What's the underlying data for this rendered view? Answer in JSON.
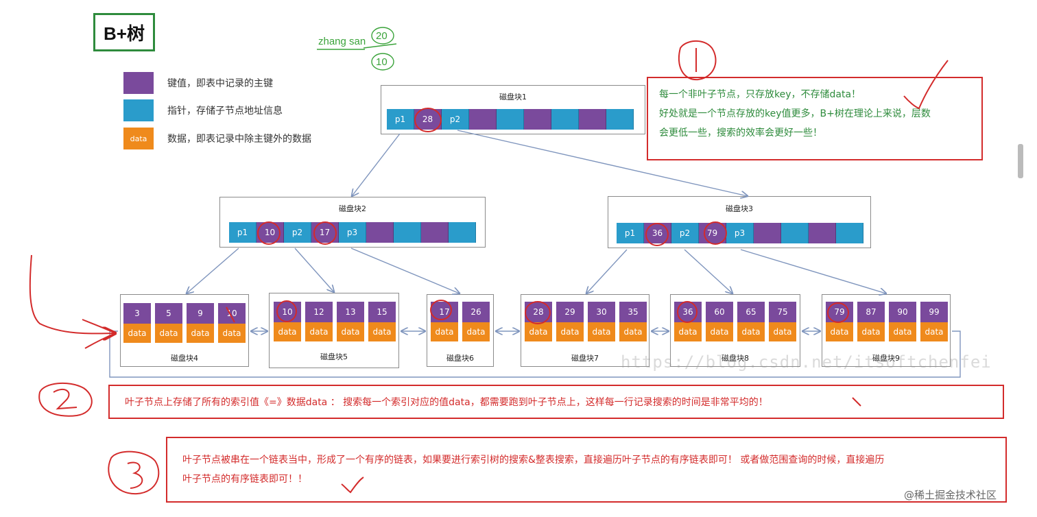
{
  "title": "B+树",
  "annotations": {
    "handwritten_name": "zhang san",
    "handwritten_top": "20",
    "handwritten_bottom": "10"
  },
  "legend": [
    {
      "swatch": "",
      "label": "键值，即表中记录的主键",
      "color": "#7a4a9c"
    },
    {
      "swatch": "",
      "label": "指针，存储子节点地址信息",
      "color": "#2a9ccb"
    },
    {
      "swatch": "data",
      "label": "数据，即表记录中除主键外的数据",
      "color": "#ef8a1c"
    }
  ],
  "root": {
    "label": "磁盘块1",
    "cells": [
      "p1",
      "28",
      "p2",
      "",
      "",
      "",
      "",
      "",
      ""
    ]
  },
  "level2": [
    {
      "label": "磁盘块2",
      "cells": [
        "p1",
        "10",
        "p2",
        "17",
        "p3",
        "",
        "",
        "",
        ""
      ]
    },
    {
      "label": "磁盘块3",
      "cells": [
        "p1",
        "36",
        "p2",
        "79",
        "p3",
        "",
        "",
        "",
        ""
      ]
    }
  ],
  "leaves": [
    {
      "label": "磁盘块4",
      "keys": [
        "3",
        "5",
        "9",
        "10"
      ],
      "data": [
        "data",
        "data",
        "data",
        "data"
      ]
    },
    {
      "label": "磁盘块5",
      "keys": [
        "10",
        "12",
        "13",
        "15"
      ],
      "data": [
        "data",
        "data",
        "data",
        "data"
      ]
    },
    {
      "label": "磁盘块6",
      "keys": [
        "17",
        "26"
      ],
      "data": [
        "data",
        "data"
      ]
    },
    {
      "label": "磁盘块7",
      "keys": [
        "28",
        "29",
        "30",
        "35"
      ],
      "data": [
        "data",
        "data",
        "data",
        "data"
      ]
    },
    {
      "label": "磁盘块8",
      "keys": [
        "36",
        "60",
        "65",
        "75"
      ],
      "data": [
        "data",
        "data",
        "data",
        "data"
      ]
    },
    {
      "label": "磁盘块9",
      "keys": [
        "79",
        "87",
        "90",
        "99"
      ],
      "data": [
        "data",
        "data",
        "data",
        "data"
      ]
    }
  ],
  "notes": {
    "note1_line1": "每一个非叶子节点，只存放key，不存储data！",
    "note1_line2": "好处就是一个节点存放的key值更多，B+树在理论上来说，层数",
    "note1_line3": "会更低一些，搜索的效率会更好一些！",
    "note2": "叶子节点上存储了所有的索引值《=》数据data ： 搜索每一个索引对应的值data，都需要跑到叶子节点上，这样每一行记录搜索的时间是非常平均的！",
    "note3_line1": "叶子节点被串在一个链表当中，形成了一个有序的链表，如果要进行索引树的搜索&整表搜索，直接遍历叶子节点的有序链表即可！ 或者做范围查询的时候，直接遍历",
    "note3_line2": "叶子节点的有序链表即可！！"
  },
  "watermark": "https://blog.csdn.net/itsoftchenfei",
  "site_mark": "@稀土掘金技术社区",
  "colors": {
    "key": "#7a4a9c",
    "pointer": "#2a9ccb",
    "data": "#ef8a1c",
    "note_border": "#d32b2b",
    "title_border": "#2e8b3c"
  }
}
